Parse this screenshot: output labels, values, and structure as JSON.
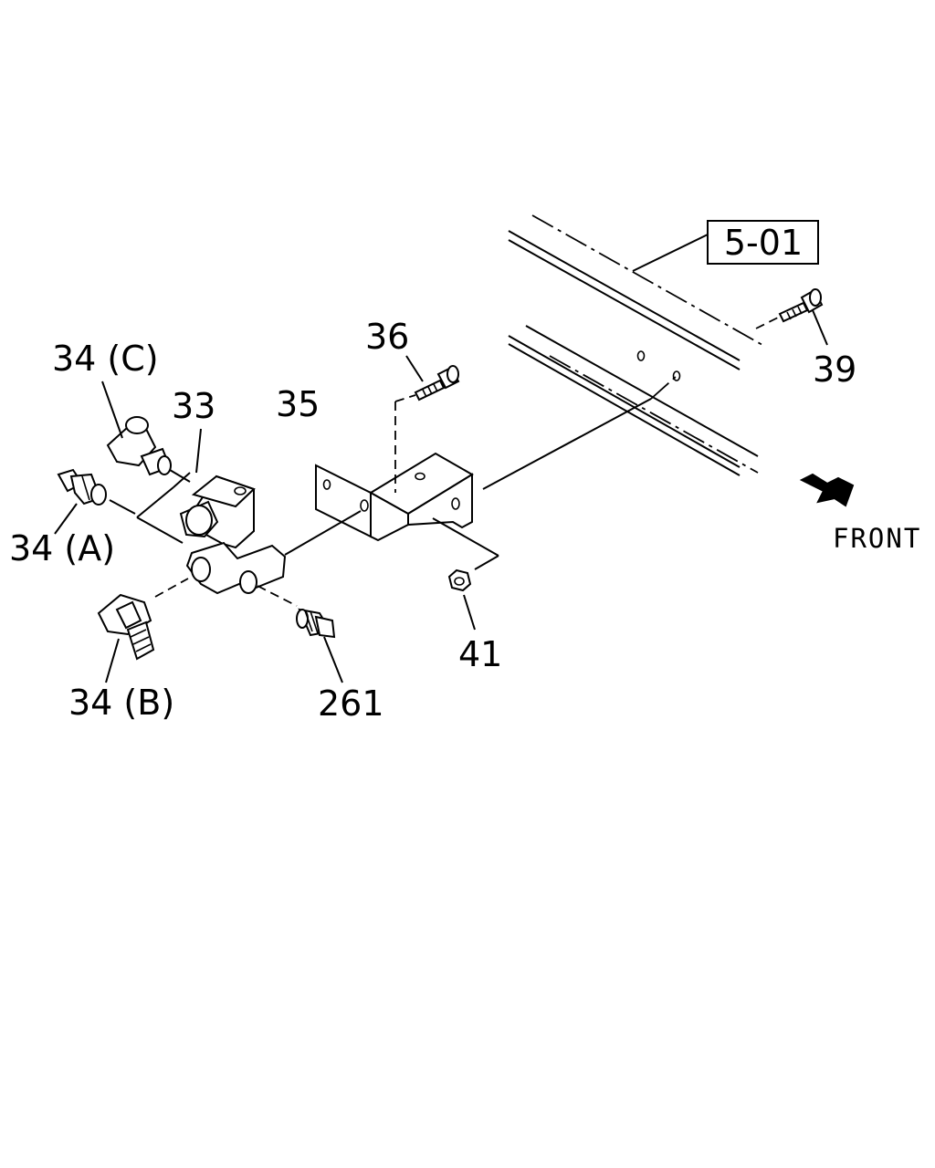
{
  "reference_box": {
    "label": "5-01"
  },
  "labels": {
    "p33": "33",
    "p34a": "34 (A)",
    "p34b": "34 (B)",
    "p34c": "34 (C)",
    "p35": "35",
    "p36": "36",
    "p39": "39",
    "p41": "41",
    "p261": "261"
  },
  "direction": {
    "label": "FRONT"
  },
  "icons": [
    "front-arrow-icon"
  ]
}
